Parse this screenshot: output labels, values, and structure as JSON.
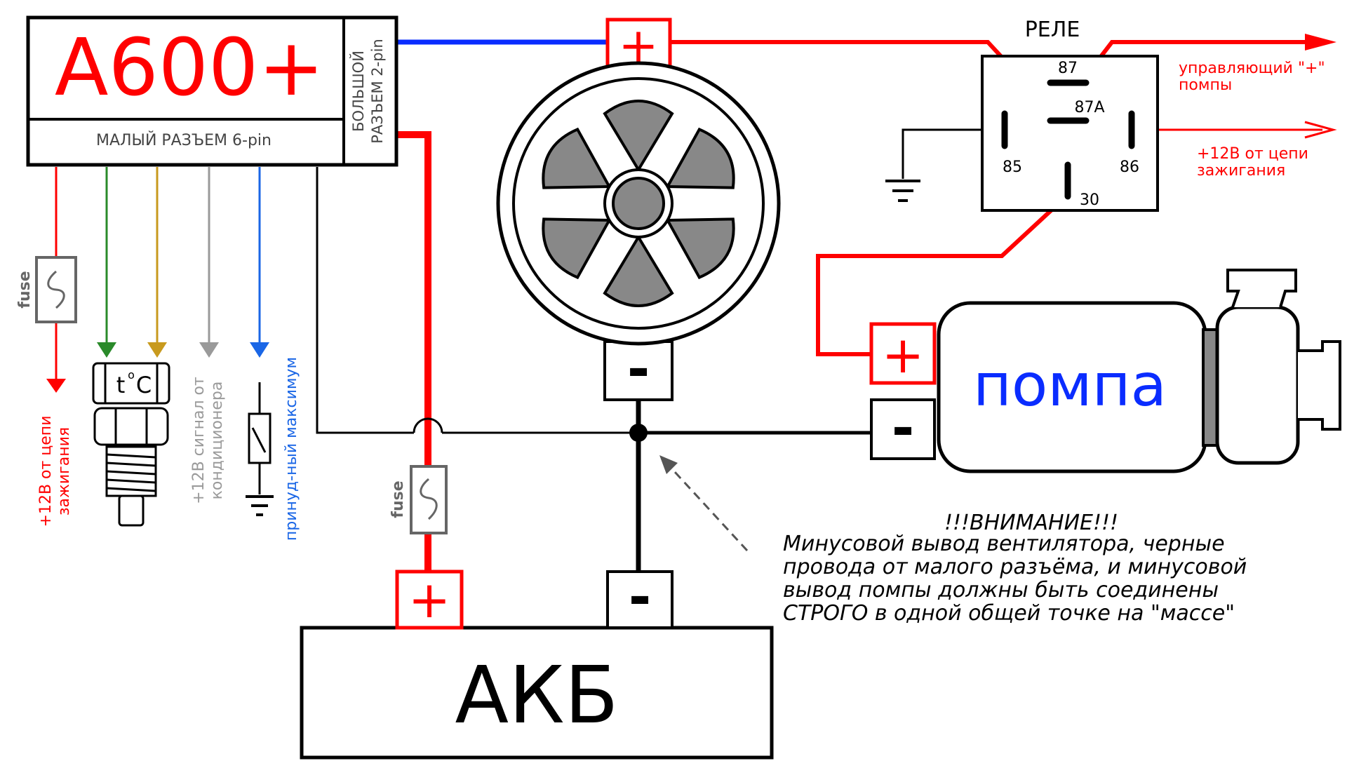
{
  "controller": {
    "title": "A600+",
    "small_connector": "МАЛЫЙ РАЗЪЕМ 6-pin",
    "big_connector_line1": "БОЛЬШОЙ",
    "big_connector_line2": "РАЗЪЕМ 2-pin"
  },
  "wires": {
    "ignition": {
      "line1": "+12В от цепи",
      "line2": "зажигания"
    },
    "ac_signal": {
      "line1": "+12В сигнал от",
      "line2": "кондиционера"
    },
    "forced_max": "принуд-ный максимум",
    "fuse_label": "fuse",
    "sensor_label_t": "t",
    "sensor_label_o": "o",
    "sensor_label_c": "C"
  },
  "relay": {
    "title": "РЕЛЕ",
    "pin_87": "87",
    "pin_87a": "87A",
    "pin_85": "85",
    "pin_86": "86",
    "pin_30": "30",
    "pump_control": {
      "line1": "управляющий \"+\"",
      "line2": "помпы"
    },
    "ignition_feed": {
      "line1": "+12В от цепи",
      "line2": "зажигания"
    }
  },
  "pump": {
    "label": "помпа",
    "plus": "+",
    "minus": "-"
  },
  "fan": {
    "plus": "+",
    "minus": "-"
  },
  "battery": {
    "label": "АКБ",
    "plus": "+",
    "minus": "-"
  },
  "warning": {
    "title": "!!!ВНИМАНИЕ!!!",
    "line1": "Минусовой вывод вентилятора, черные",
    "line2": "провода от малого разъёма, и минусовой",
    "line3": "вывод помпы должны быть соединены",
    "line4": "СТРОГО в одной общей точке на \"массе\""
  },
  "colors": {
    "red": "#ff0000",
    "blue": "#0a2cff",
    "green": "#2a8a2a",
    "amber": "#c89a1e",
    "gray": "#9a9a9a",
    "lightblue": "#1a66e6",
    "fan_fill": "#888888"
  }
}
